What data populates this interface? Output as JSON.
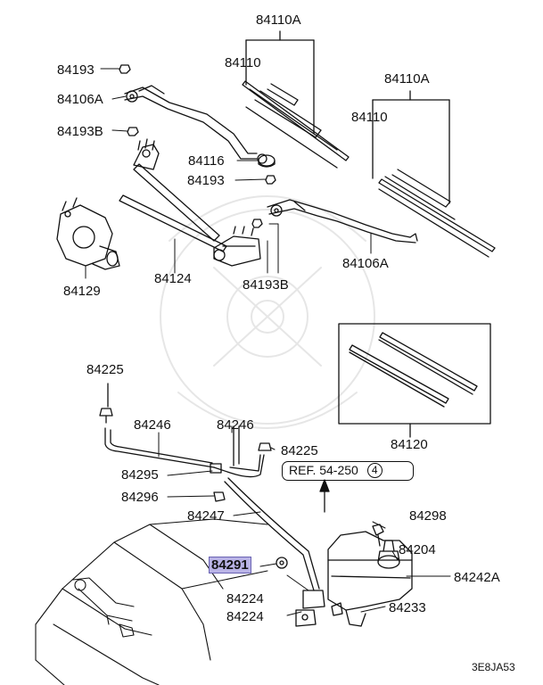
{
  "labels": {
    "p84110A_top": "84110A",
    "p84110_top": "84110",
    "p84193_a": "84193",
    "p84106A_top": "84106A",
    "p84193B_top": "84193B",
    "p84116": "84116",
    "p84193_b": "84193",
    "p84110A_right": "84110A",
    "p84110_right": "84110",
    "p84106A_right": "84106A",
    "p84129": "84129",
    "p84124": "84124",
    "p84193B_bottom": "84193B",
    "p84225_a": "84225",
    "p84246_a": "84246",
    "p84246_b": "84246",
    "p84225_b": "84225",
    "p84120": "84120",
    "p84295": "84295",
    "p84296": "84296",
    "p84247": "84247",
    "p84298": "84298",
    "p84204": "84204",
    "p84291": "84291",
    "p84242A": "84242A",
    "p84224_a": "84224",
    "p84224_b": "84224",
    "p84233": "84233"
  },
  "reference": {
    "text": "REF. 54-250",
    "circle_number": "4"
  },
  "diagram_code": "3E8JA53",
  "highlight_color": "#b9b3e6"
}
